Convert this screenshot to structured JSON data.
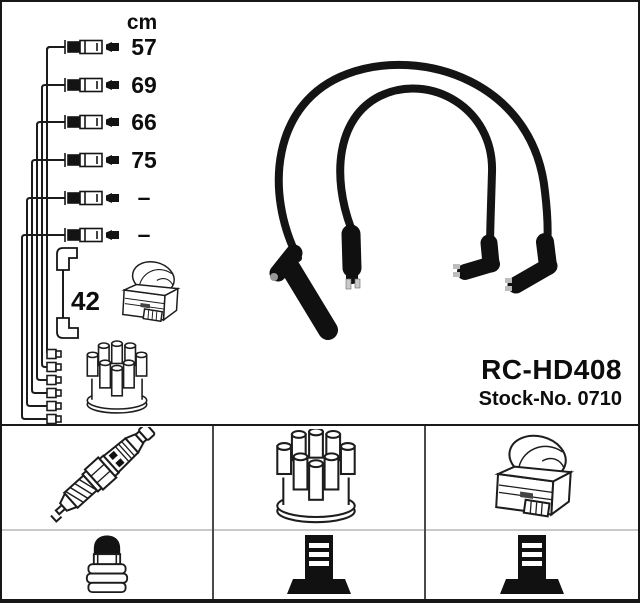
{
  "product": {
    "code": "RC-HD408",
    "stock_no": "Stock-No. 0710"
  },
  "length_table": {
    "unit": "cm",
    "rows": [
      "57",
      "69",
      "66",
      "75",
      "–",
      "–"
    ],
    "coil_wire": "42"
  },
  "colors": {
    "ink": "#1a1a1a",
    "cable_black": "#141414",
    "grid_line_dark": "#4a4a4a",
    "grid_line_light": "#c9c9c9",
    "background": "#ffffff"
  },
  "icons": {
    "top_left": "cable-set-schematic",
    "top_center": "ignition-cables-photo",
    "cell_1_top": "spark-plug-icon",
    "cell_1_bottom": "plug-terminal-nut-icon",
    "cell_2_top": "distributor-cap-icon",
    "cell_2_bottom": "cable-connector-icon",
    "cell_3_top": "ignition-coil-icon",
    "cell_3_bottom": "cable-connector-icon"
  }
}
